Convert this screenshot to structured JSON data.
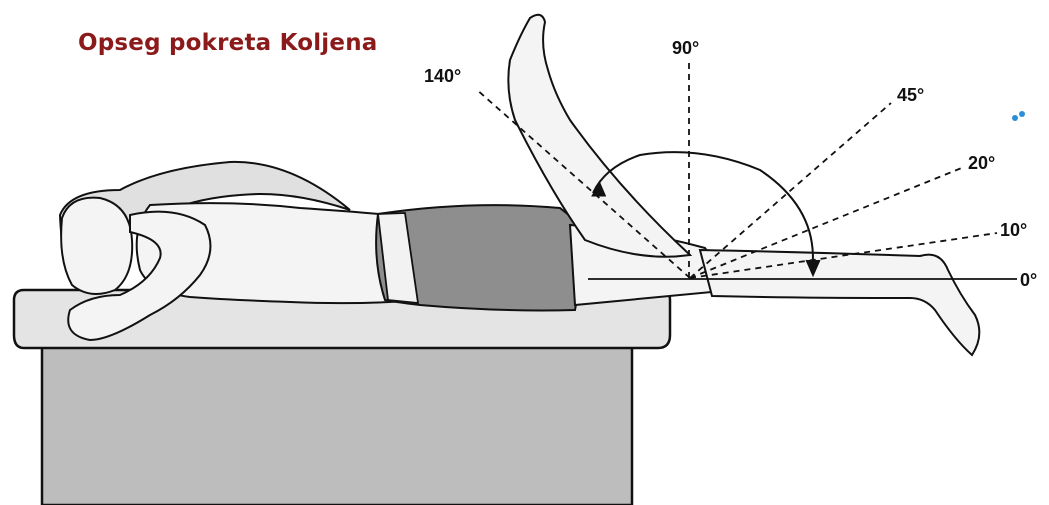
{
  "title": "Opseg pokreta Koljena",
  "angles": [
    {
      "label": "0°",
      "value": 0
    },
    {
      "label": "10°",
      "value": 10
    },
    {
      "label": "20°",
      "value": 20
    },
    {
      "label": "45°",
      "value": 45
    },
    {
      "label": "90°",
      "value": 90
    },
    {
      "label": "140°",
      "value": 140
    }
  ],
  "colors": {
    "title": "#8b1a1a",
    "line": "#111111",
    "skin": "#f4f4f4",
    "towel": "#8e8e8e",
    "table": "#bdbdbd",
    "table_top": "#e2e2e2"
  }
}
